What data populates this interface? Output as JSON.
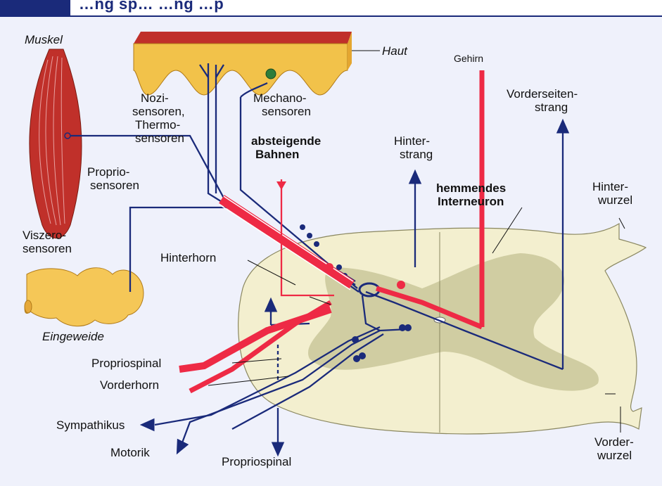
{
  "header": {
    "title": "…ng sp…                 …ng   …p"
  },
  "labels": {
    "muskel": "Muskel",
    "haut": "Haut",
    "gehirn": "Gehirn",
    "nozi": [
      "Nozi-",
      "sensoren,",
      "Thermo-",
      "sensoren"
    ],
    "mechano": [
      "Mechano-",
      "sensoren"
    ],
    "vorderseitenstrang": [
      "Vorderseiten-",
      "strang"
    ],
    "absteigende": [
      "absteigende",
      "Bahnen"
    ],
    "hinterstrang": [
      "Hinter-",
      "strang"
    ],
    "proprio": [
      "Proprio-",
      "sensoren"
    ],
    "hemmendes": [
      "hemmendes",
      "Interneuron"
    ],
    "hinterwurzel": [
      "Hinter-",
      "wurzel"
    ],
    "viszero": [
      "Viszero-",
      "sensoren"
    ],
    "hinterhorn": "Hinterhorn",
    "eingeweide": "Eingeweide",
    "propriospinal_left": "Propriospinal",
    "vorderhorn": "Vorderhorn",
    "sympathikus": "Sympathikus",
    "motorik": "Motorik",
    "propriospinal_bottom": "Propriospinal",
    "vorderwurzel": [
      "Vorder-",
      "wurzel"
    ]
  },
  "colors": {
    "navy": "#1a2a7a",
    "red": "#ee2a45",
    "muscle": "#c0302a",
    "skin": "#f2c24a",
    "cord": "#f3efcf",
    "grey_matter": "#c9c79a",
    "gut": "#f5c757"
  }
}
